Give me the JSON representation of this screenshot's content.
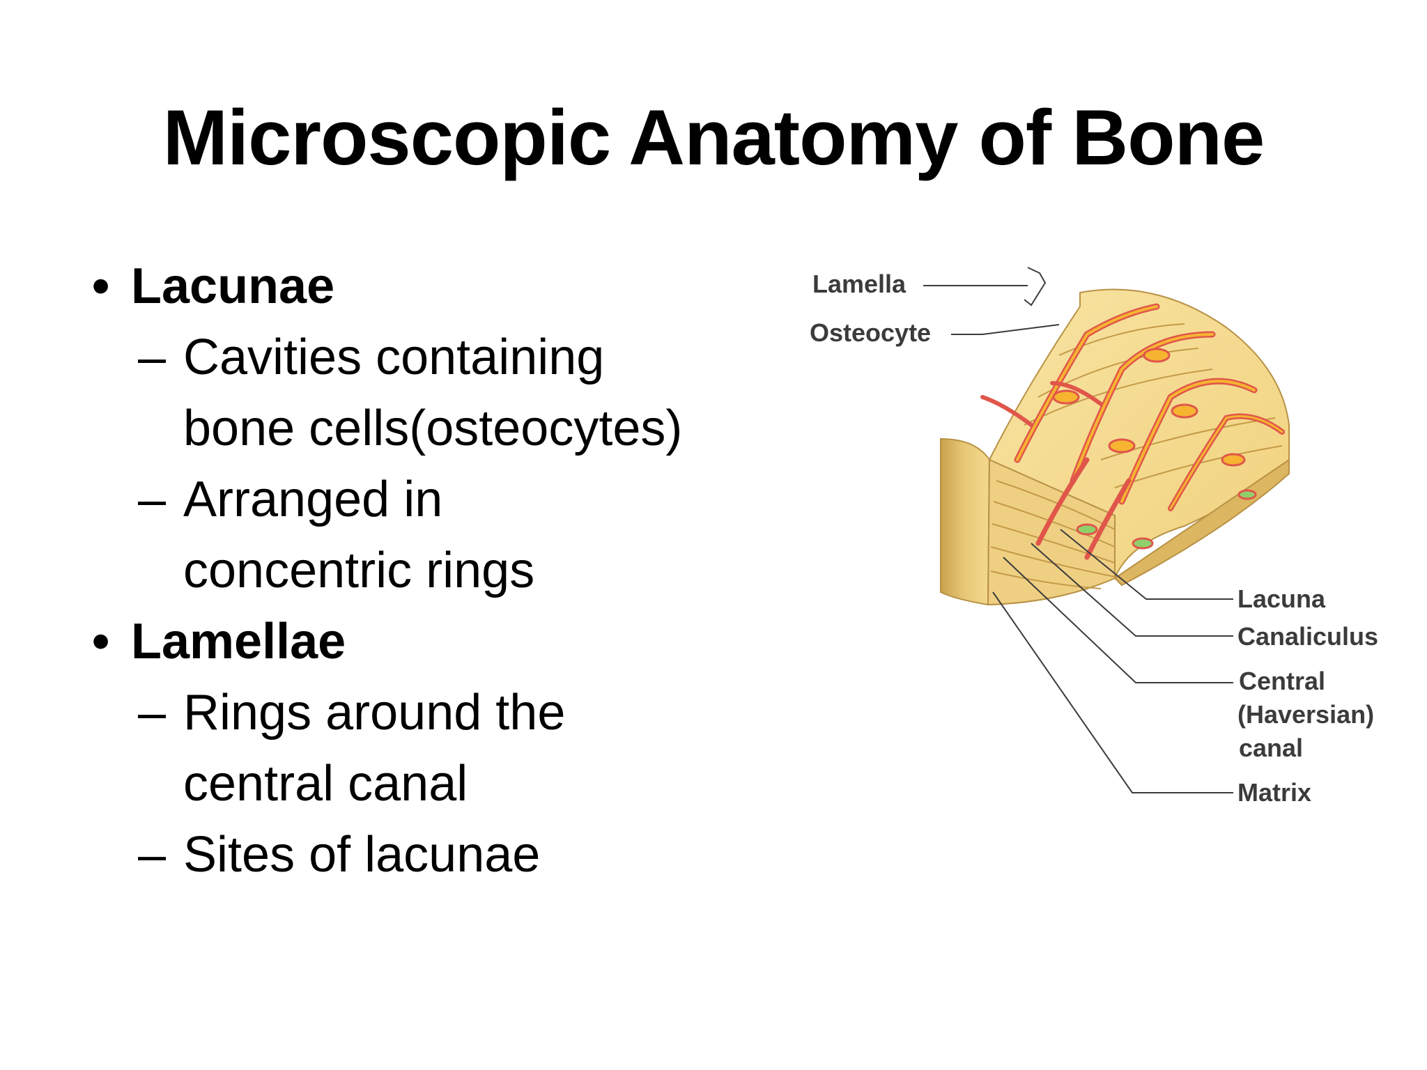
{
  "slide": {
    "title": "Microscopic Anatomy of Bone",
    "bullets": [
      {
        "marker": "•",
        "heading": "Lacunae",
        "subitems": [
          {
            "marker": "–",
            "lines": [
              "Cavities containing",
              "bone cells(osteocytes)"
            ]
          },
          {
            "marker": "–",
            "lines": [
              "Arranged in",
              "concentric rings"
            ]
          }
        ]
      },
      {
        "marker": "•",
        "heading": "Lamellae",
        "subitems": [
          {
            "marker": "–",
            "lines": [
              "Rings around the",
              "central canal"
            ]
          },
          {
            "marker": "–",
            "lines": [
              "Sites of lacunae"
            ]
          }
        ]
      }
    ]
  },
  "figure": {
    "labels": {
      "lamella": "Lamella",
      "osteocyte": "Osteocyte",
      "lacuna": "Lacuna",
      "canaliculus": "Canaliculus",
      "central_line1": "Central",
      "central_line2": "(Haversian)",
      "central_line3": "canal",
      "matrix": "Matrix"
    },
    "colors": {
      "bone": "#f3d98c",
      "bone_shadow": "#d9b860",
      "canal_red": "#e0564a",
      "canal_orange": "#f6b431",
      "label_line": "#3b3b3b"
    }
  }
}
